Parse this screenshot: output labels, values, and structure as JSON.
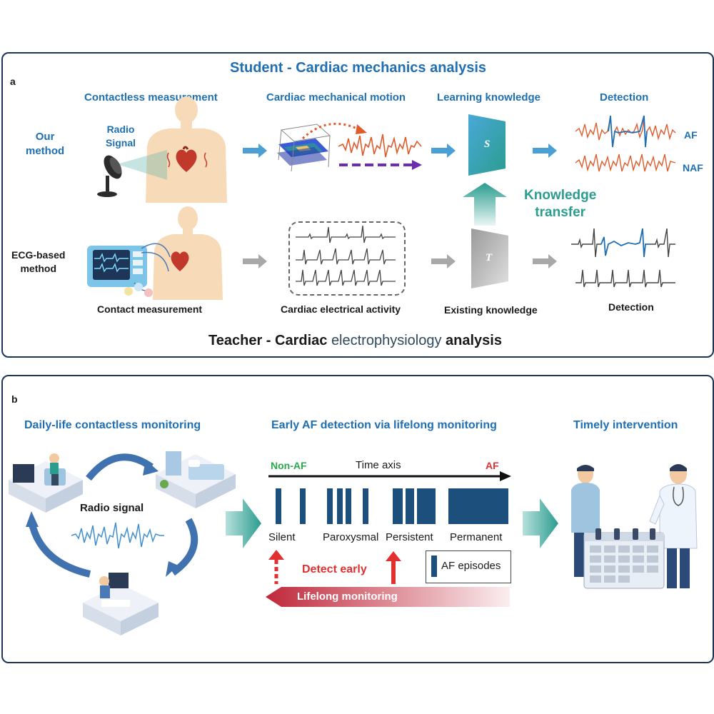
{
  "panel_a": {
    "letter": "a",
    "student_title": "Student - Cardiac mechanics analysis",
    "teacher_title_pre": "Teacher - Cardiac ",
    "teacher_title_mid": "electrophysiology",
    "teacher_title_post": " analysis",
    "col_contactless": "Contactless measurement",
    "col_mechanical": "Cardiac mechanical motion",
    "col_learning": "Learning knowledge",
    "col_detection": "Detection",
    "our_method": "Our\nmethod",
    "radio_signal": "Radio\nSignal",
    "ecg_method": "ECG-based\nmethod",
    "contact_measurement": "Contact measurement",
    "electrical_activity": "Cardiac electrical activity",
    "existing_knowledge": "Existing knowledge",
    "detection_bottom": "Detection",
    "knowledge_transfer": "Knowledge\ntransfer",
    "student_letter": "S",
    "teacher_letter": "T",
    "af_label": "AF",
    "naf_label": "NAF"
  },
  "panel_b": {
    "letter": "b",
    "daily_title": "Daily-life contactless monitoring",
    "early_title": "Early AF detection via lifelong monitoring",
    "timely_title": "Timely intervention",
    "radio_signal": "Radio signal",
    "non_af": "Non-AF",
    "time_axis": "Time axis",
    "af": "AF",
    "stages": [
      "Silent",
      "Paroxysmal",
      "Persistent",
      "Permanent"
    ],
    "detect_early": "Detect early",
    "af_episodes": "AF episodes",
    "lifelong": "Lifelong monitoring"
  },
  "colors": {
    "accent_blue": "#1f6fb2",
    "teal": "#2a9d8f",
    "af_red": "#e03030",
    "non_af_green": "#2aa84a",
    "episode_navy": "#1d4f7c"
  }
}
